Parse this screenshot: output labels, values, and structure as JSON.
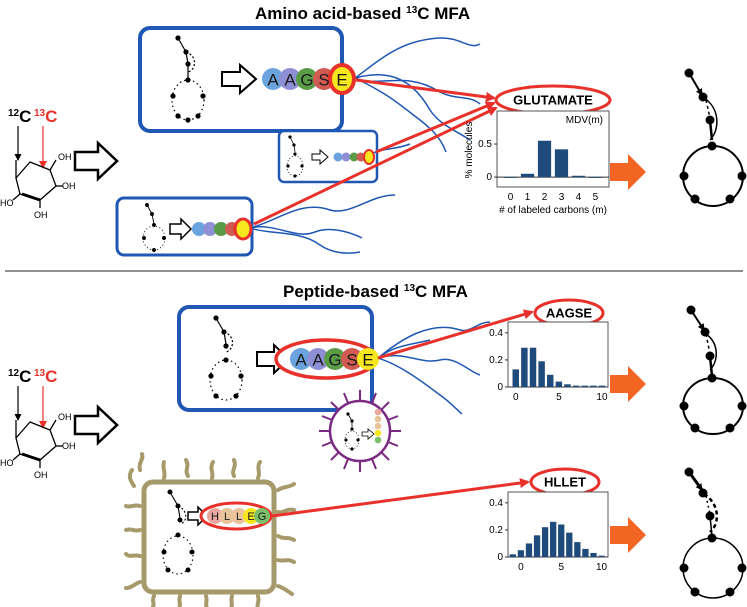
{
  "section_top": {
    "title_main": "Amino acid-based ",
    "title_sup": "13",
    "title_end": "C MFA"
  },
  "section_bottom": {
    "title_main": "Peptide-based ",
    "title_sup": "13",
    "title_end": "C MFA"
  },
  "isotope_labels": {
    "c12_sup": "12",
    "c12": "C",
    "c13_sup": "13",
    "c13": "C"
  },
  "glucose_labels": {
    "oh": "OH",
    "ho": "HO"
  },
  "peptide_top": [
    "A",
    "A",
    "G",
    "S",
    "E"
  ],
  "peptide_bottom": [
    "H",
    "L",
    "L",
    "E",
    "G"
  ],
  "colors": {
    "red": "#e8312a",
    "blue": "#1f57b3",
    "bar": "#1f4b7c",
    "orange": "#f26522",
    "tan": "#a69a6a",
    "purple": "#7a2a82"
  },
  "charts": {
    "glutamate": {
      "label": "GLUTAMATE",
      "mdv_label": "MDV(m)",
      "ylabel": "% molecules",
      "xlabel": "# of labeled carbons (m)",
      "yticks": [
        "0.5",
        "0"
      ],
      "xticks": [
        "0",
        "1",
        "2",
        "3",
        "4",
        "5"
      ]
    },
    "aagse": {
      "label": "AAGSE",
      "yticks": [
        "0.4",
        "0.2",
        "0"
      ],
      "xticks": [
        "0",
        "5",
        "10"
      ]
    },
    "hllet": {
      "label": "HLLET",
      "yticks": [
        "0.4",
        "0.2",
        "0"
      ],
      "xticks": [
        "0",
        "5",
        "10"
      ]
    }
  },
  "chart_data": [
    {
      "type": "bar",
      "title": "GLUTAMATE",
      "subtitle": "MDV(m)",
      "xlabel": "# of labeled carbons (m)",
      "ylabel": "% molecules",
      "categories": [
        "0",
        "1",
        "2",
        "3",
        "4",
        "5"
      ],
      "values": [
        0.0,
        0.05,
        0.55,
        0.42,
        0.02,
        0.0
      ],
      "ylim": [
        -0.15,
        1.0
      ],
      "grid": false
    },
    {
      "type": "bar",
      "title": "AAGSE",
      "xlabel": "",
      "ylabel": "",
      "categories": [
        "0",
        "1",
        "2",
        "3",
        "4",
        "5",
        "6",
        "7",
        "8",
        "9",
        "10"
      ],
      "values": [
        0.13,
        0.29,
        0.29,
        0.19,
        0.09,
        0.04,
        0.02,
        0.01,
        0.01,
        0.01,
        0.01
      ],
      "ylim": [
        0,
        0.48
      ],
      "grid": false
    },
    {
      "type": "bar",
      "title": "HLLET",
      "xlabel": "",
      "ylabel": "",
      "categories": [
        "-1",
        "0",
        "1",
        "2",
        "3",
        "4",
        "5",
        "6",
        "7",
        "8",
        "9",
        "10"
      ],
      "values": [
        0.02,
        0.05,
        0.1,
        0.16,
        0.22,
        0.26,
        0.24,
        0.18,
        0.11,
        0.06,
        0.03,
        0.01
      ],
      "ylim": [
        0,
        0.48
      ],
      "grid": false
    }
  ]
}
